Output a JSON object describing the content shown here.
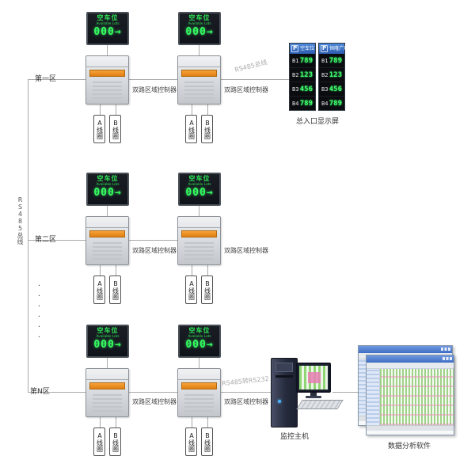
{
  "labels": {
    "bus_vertical": "RS485总线",
    "bus_top_note": "RS485总线",
    "rs232_note": "RS485转RS232",
    "controller": "双路区域控制器",
    "coil_a": "A线圈",
    "coil_b": "B线圈",
    "entrance_display": "总入口显示屏",
    "host": "监控主机",
    "software": "数据分析软件",
    "dots": "······"
  },
  "sign": {
    "title": "空车位",
    "subtitle": "Available Lots",
    "value": "000→"
  },
  "zones": [
    {
      "name": "第一区"
    },
    {
      "name": "第二区"
    },
    {
      "name": "第N区"
    }
  ],
  "entrance_panels": [
    {
      "brand": "P",
      "header": "空车位",
      "rows": [
        {
          "label": "B1",
          "value": "789"
        },
        {
          "label": "B2",
          "value": "123"
        },
        {
          "label": "B3",
          "value": "456"
        },
        {
          "label": "B4",
          "value": "789"
        }
      ]
    },
    {
      "brand": "P",
      "header": "恒隆广场",
      "rows": [
        {
          "label": "B1",
          "value": "789"
        },
        {
          "label": "B2",
          "value": "123"
        },
        {
          "label": "B3",
          "value": "456"
        },
        {
          "label": "B4",
          "value": "789"
        }
      ]
    }
  ]
}
